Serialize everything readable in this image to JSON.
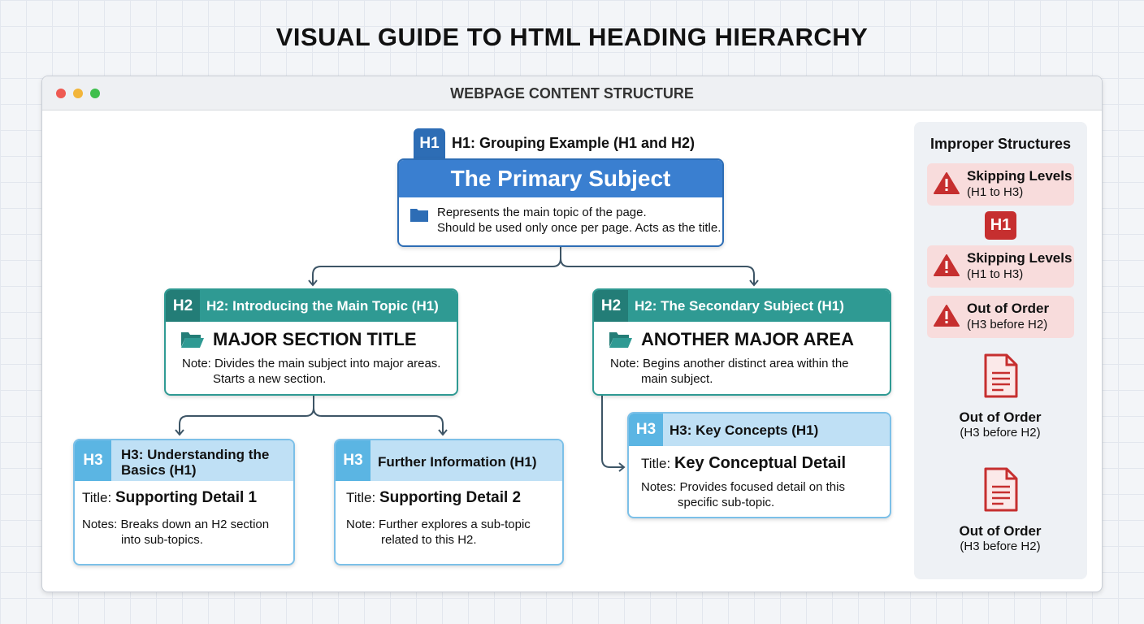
{
  "title": "VISUAL GUIDE TO HTML HEADING HIERARCHY",
  "window": {
    "title": "WEBPAGE CONTENT STRUCTURE"
  },
  "h1": {
    "badge": "H1",
    "label": "H1: Grouping Example (H1 and H2)",
    "heading": "The Primary Subject",
    "line1": "Represents the main topic of the page.",
    "line2": "Should be used only once per page. Acts as the title."
  },
  "h2_left": {
    "badge": "H2",
    "label": "H2: Introducing the Main Topic (H1)",
    "heading": "MAJOR SECTION TITLE",
    "line1": "Note: Divides the main subject into major areas.",
    "line2": "Starts a new section."
  },
  "h2_right": {
    "badge": "H2",
    "label": "H2: The Secondary Subject (H1)",
    "heading": "ANOTHER MAJOR AREA",
    "line1": "Note: Begins another distinct area within the",
    "line2": "main subject."
  },
  "h3_left": {
    "badge": "H3",
    "label1": "H3: Understanding the",
    "label2": "Basics (H1)",
    "title_prefix": "Title:",
    "title": "Supporting Detail 1",
    "line1": "Notes: Breaks down an H2 section",
    "line2": "into sub-topics."
  },
  "h3_mid": {
    "badge": "H3",
    "label": "Further Information (H1)",
    "title_prefix": "Title:",
    "title": "Supporting Detail 2",
    "line1": "Note: Further explores a sub-topic",
    "line2": "related to this H2."
  },
  "h3_right": {
    "badge": "H3",
    "label": "H3: Key Concepts (H1)",
    "title_prefix": "Title:",
    "title": "Key Conceptual Detail",
    "line1": "Notes: Provides focused detail on this",
    "line2": "specific sub-topic."
  },
  "sidebar": {
    "title": "Improper Structures",
    "badge": "H1",
    "warnings": [
      {
        "title": "Skipping Levels",
        "sub": "(H1 to H3)"
      },
      {
        "title": "Skipping Levels",
        "sub": "(H1 to H3)"
      },
      {
        "title": "Out of Order",
        "sub": "(H3 before H2)"
      }
    ],
    "docs": [
      {
        "title": "Out of Order",
        "sub": "(H3 before H2)"
      },
      {
        "title": "Out of Order",
        "sub": "(H3 before H2)"
      }
    ]
  },
  "colors": {
    "h1": "#3a7fd0",
    "h2": "#2f9a93",
    "h3": "#bfe0f5",
    "warning": "#c62f2f"
  }
}
